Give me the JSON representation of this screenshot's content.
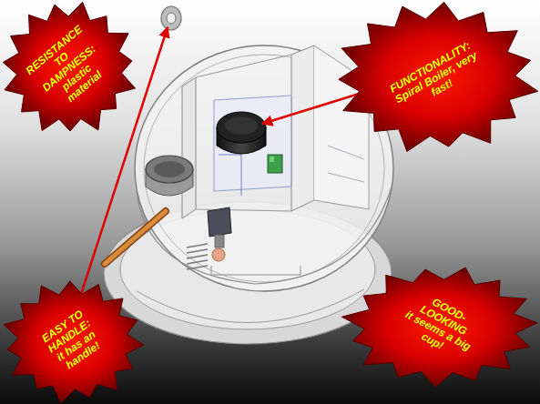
{
  "diagram": {
    "nodes": [
      {
        "text": [
          "RESISTANCE TO DAMPNESS:",
          "plastic material"
        ]
      },
      {
        "text": [
          "FUNCTIONALITY:",
          "Spiral Boiler, very fast!"
        ]
      },
      {
        "text": [
          "EASY TO HANDLE:",
          "it has an handle!"
        ]
      },
      {
        "text": [
          "GOOD-LOOKING",
          "it seems a big cup!"
        ]
      }
    ]
  }
}
